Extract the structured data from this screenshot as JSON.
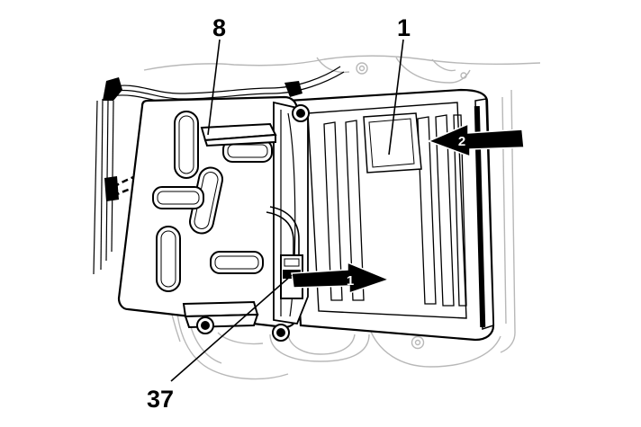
{
  "callouts": {
    "bracket": "8",
    "module": "1",
    "connector": "37"
  },
  "arrows": {
    "step_one": "1",
    "step_two": "2"
  },
  "colors": {
    "ink": "#000000",
    "paper": "#ffffff",
    "faint": "#b5b5b5"
  }
}
